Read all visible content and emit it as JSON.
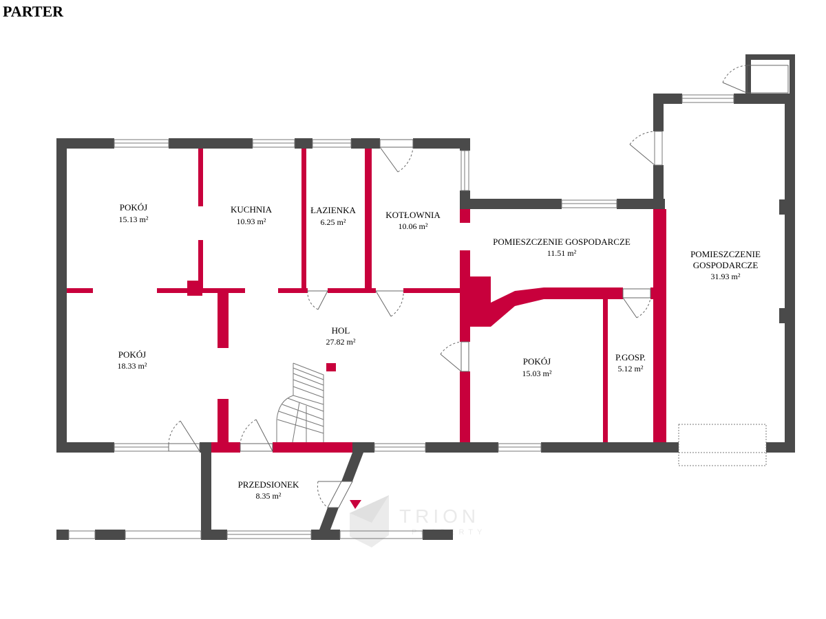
{
  "title": "PARTER",
  "colors": {
    "outer_wall": "#4a4a4a",
    "inner_wall": "#c8003c",
    "background": "#ffffff",
    "door_swing": "#666666"
  },
  "rooms": {
    "pokoj_nw": {
      "name": "POKÓJ",
      "area": "15.13 m²"
    },
    "kuchnia": {
      "name": "KUCHNIA",
      "area": "10.93 m²"
    },
    "lazienka": {
      "name": "ŁAZIENKA",
      "area": "6.25 m²"
    },
    "kotlownia": {
      "name": "KOTŁOWNIA",
      "area": "10.06 m²"
    },
    "pom_gosp_small": {
      "name": "POMIESZCZENIE GOSPODARCZE",
      "area": "11.51 m²"
    },
    "pom_gosp_large": {
      "name_line1": "POMIESZCZENIE",
      "name_line2": "GOSPODARCZE",
      "area": "31.93 m²"
    },
    "hol": {
      "name": "HOL",
      "area": "27.82 m²"
    },
    "pokoj_sw": {
      "name": "POKÓJ",
      "area": "18.33 m²"
    },
    "pokoj_s": {
      "name": "POKÓJ",
      "area": "15.03 m²"
    },
    "p_gosp": {
      "name": "P.GOSP.",
      "area": "5.12 m²"
    },
    "przedsionek": {
      "name": "PRZEDSIONEK",
      "area": "8.35 m²"
    }
  },
  "watermark": {
    "text": "TRION",
    "subtext": "PROPERTY"
  }
}
